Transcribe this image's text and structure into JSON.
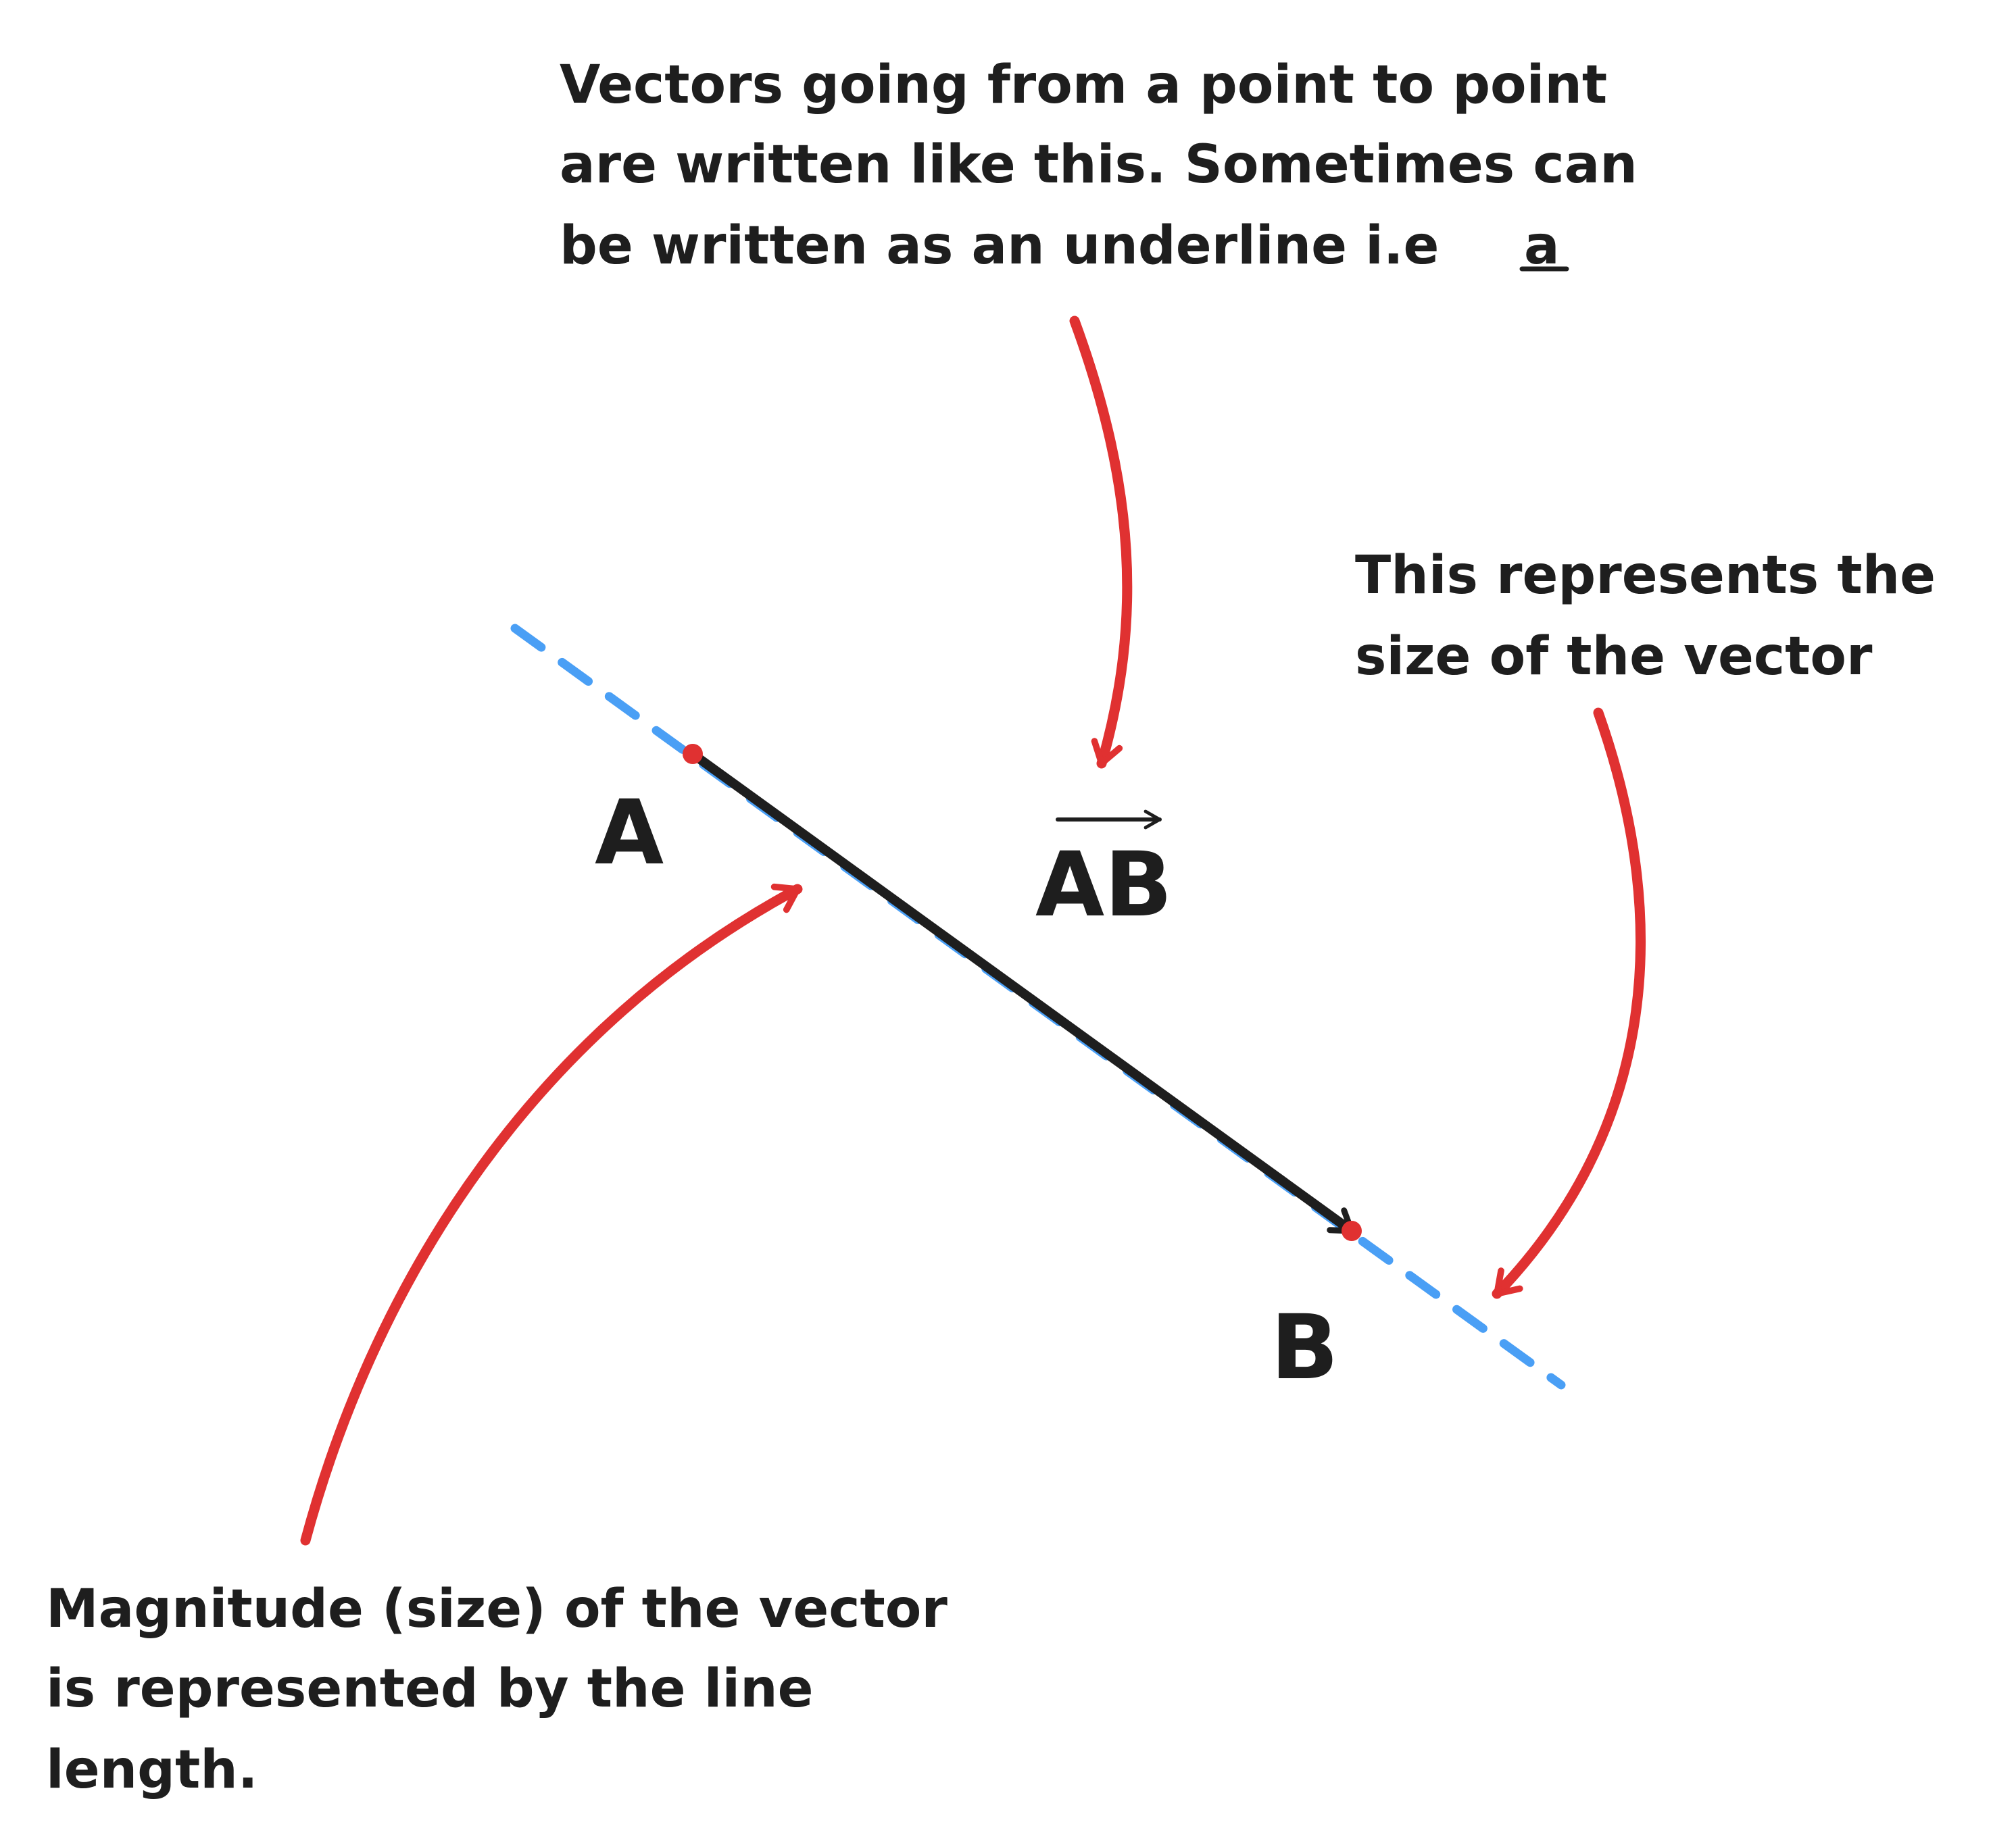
{
  "notes": {
    "notation": {
      "lines": [
        "Vectors going from a point to point",
        "are written like this. Sometimes can",
        "be written as an underline i.e"
      ],
      "underline_example": "a"
    },
    "size": {
      "lines": [
        "This represents the",
        "size of the vector"
      ]
    },
    "magnitude": {
      "lines": [
        "Magnitude (size) of the vector",
        "is represented by the line",
        "length."
      ]
    }
  },
  "points": {
    "start": "A",
    "end": "B"
  },
  "vector_label": "AB",
  "colors": {
    "ink": "#1e1e1e",
    "annotation_arrow": "#e03131",
    "guide_line": "#4a9ff5",
    "endpoint": "#e03131"
  }
}
